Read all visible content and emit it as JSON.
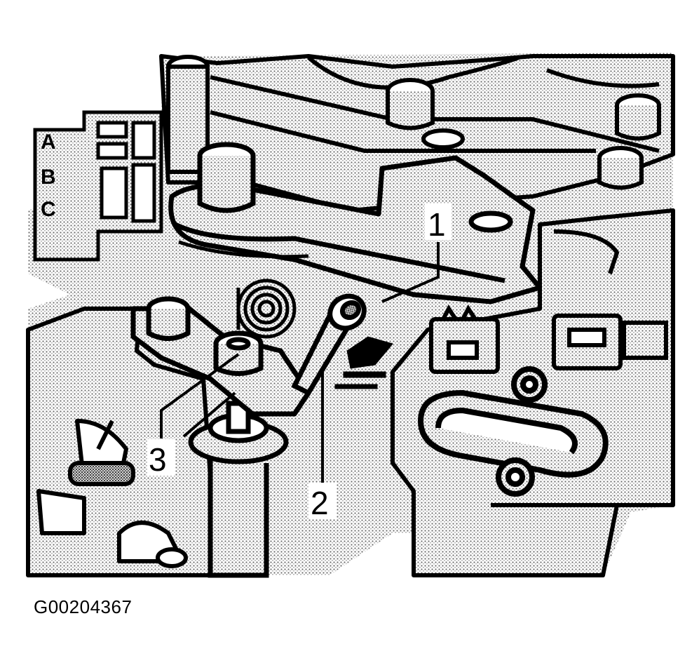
{
  "figure": {
    "id": "G00204367"
  },
  "callouts": [
    {
      "label": "1"
    },
    {
      "label": "2"
    },
    {
      "label": "3"
    }
  ],
  "connector_labels": [
    "A",
    "B",
    "C"
  ],
  "colors": {
    "ink": "#000000",
    "paper": "#ffffff",
    "halftone": "#9a9a9a"
  }
}
